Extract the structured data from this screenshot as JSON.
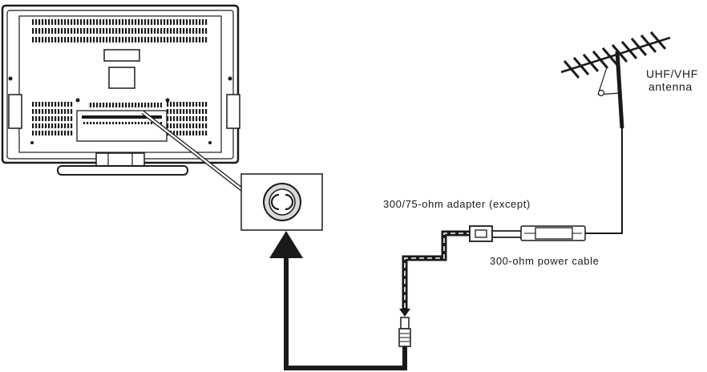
{
  "labels": {
    "antenna": [
      "UHF/VHF",
      "antenna"
    ],
    "adapter": "300/75-ohm adapter (except)",
    "cable": "300-ohm power cable"
  },
  "icons": {
    "tv": "tv-back-icon",
    "jack": "antenna-jack-icon",
    "antenna": "uhf-vhf-antenna-icon",
    "adapter": "adapter-icon",
    "cable": "twin-lead-cable-icon",
    "arrow": "arrow-up-icon"
  },
  "colors": {
    "line": "#1a1a1a",
    "panel": "#ffffff",
    "jack_fill": "#d9d9d9"
  }
}
